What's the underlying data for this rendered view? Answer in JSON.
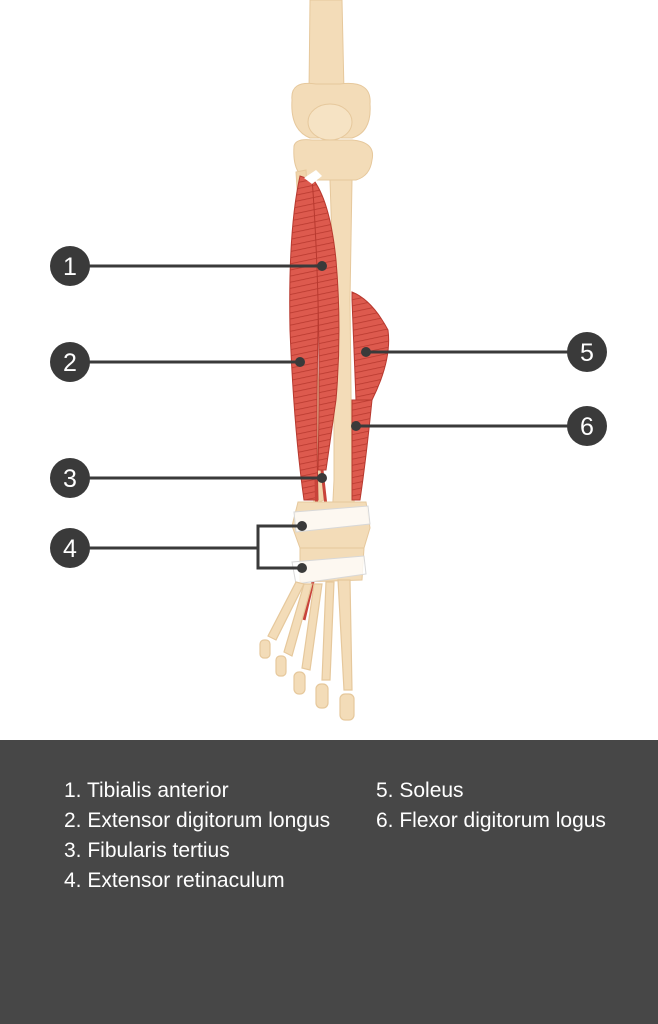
{
  "labels": [
    {
      "number": "1",
      "text": "1. Tibialis anterior"
    },
    {
      "number": "2",
      "text": "2. Extensor digitorum longus"
    },
    {
      "number": "3",
      "text": "3. Fibularis tertius"
    },
    {
      "number": "4",
      "text": "4. Extensor retinaculum"
    },
    {
      "number": "5",
      "text": "5. Soleus"
    },
    {
      "number": "6",
      "text": "6. Flexor digitorum logus"
    }
  ],
  "colors": {
    "marker": "#3a3a3a",
    "leader": "#3a3a3a",
    "bone": "#f3dcb8",
    "muscle": "#d9544a",
    "legend_bg": "#474747"
  }
}
